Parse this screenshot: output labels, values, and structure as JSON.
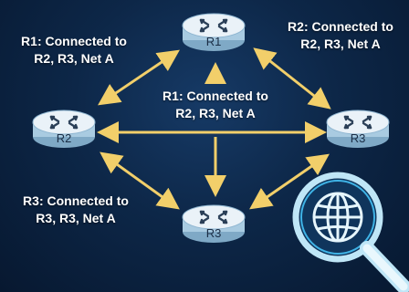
{
  "routers": [
    {
      "id": "r1",
      "label": "R1"
    },
    {
      "id": "r2",
      "label": "R2"
    },
    {
      "id": "r3a",
      "label": "R3"
    },
    {
      "id": "r3b",
      "label": "R3"
    }
  ],
  "notes": {
    "top_left": [
      "R1: Connected to",
      "R2, R3, Net A"
    ],
    "top_right": [
      "R2: Connected to",
      "R2, R3, Net A"
    ],
    "center": [
      "R1: Connected to",
      "R2, R3, Net A"
    ],
    "bottom_left": [
      "R3: Connected to",
      "R3, R3, Net A"
    ]
  },
  "colors": {
    "link": "#f2cf6a",
    "router_top": "#e9f1f7",
    "router_side": "#9fc4dd",
    "accent": "#3fb3e6"
  },
  "icons": {
    "router": "router-icon",
    "search": "magnifier-globe-icon"
  }
}
